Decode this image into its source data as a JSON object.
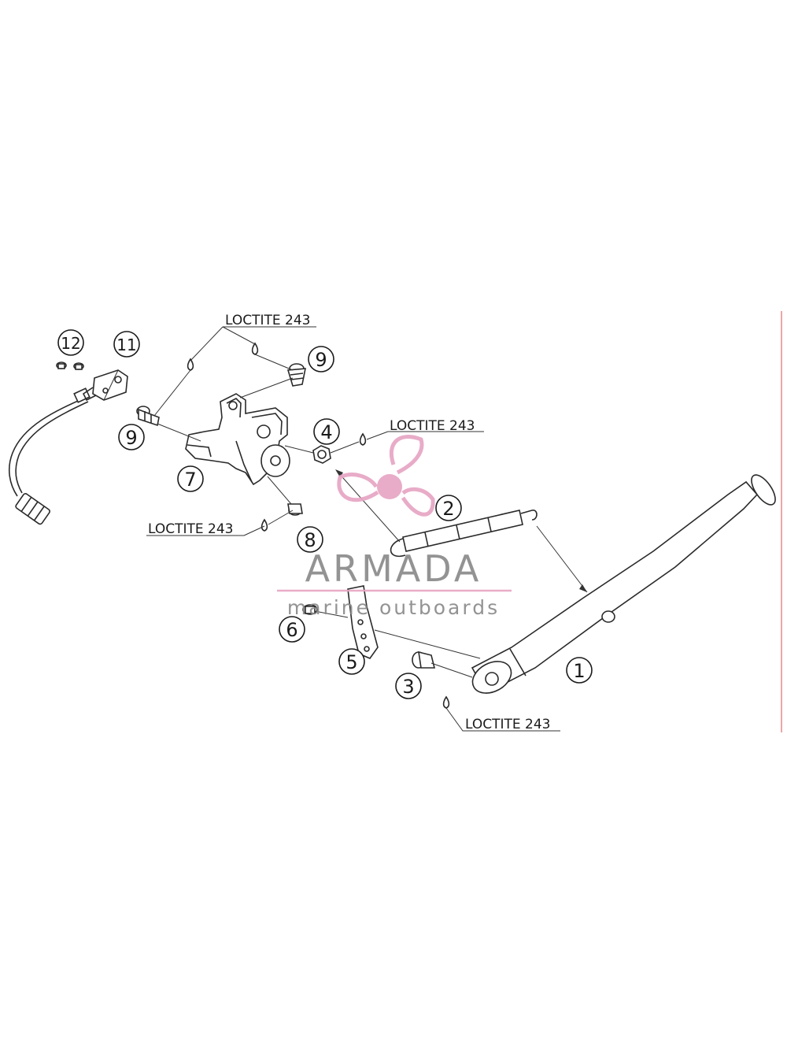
{
  "notes": {
    "top": "LOCTITE 243",
    "right": "LOCTITE 243",
    "left": "LOCTITE 243",
    "bottom": "LOCTITE 243"
  },
  "callouts": {
    "c1": "1",
    "c2": "2",
    "c3": "3",
    "c4": "4",
    "c5": "5",
    "c6": "6",
    "c7": "7",
    "c8": "8",
    "c9a": "9",
    "c9b": "9",
    "c11": "11",
    "c12": "12"
  },
  "watermark": {
    "name": "ARMADA",
    "tagline": "marine outboards"
  },
  "colors": {
    "watermark_pink": "#e7a5c4",
    "watermark_gray": "#8a8a8a",
    "edge_line": "#e58a8a"
  }
}
